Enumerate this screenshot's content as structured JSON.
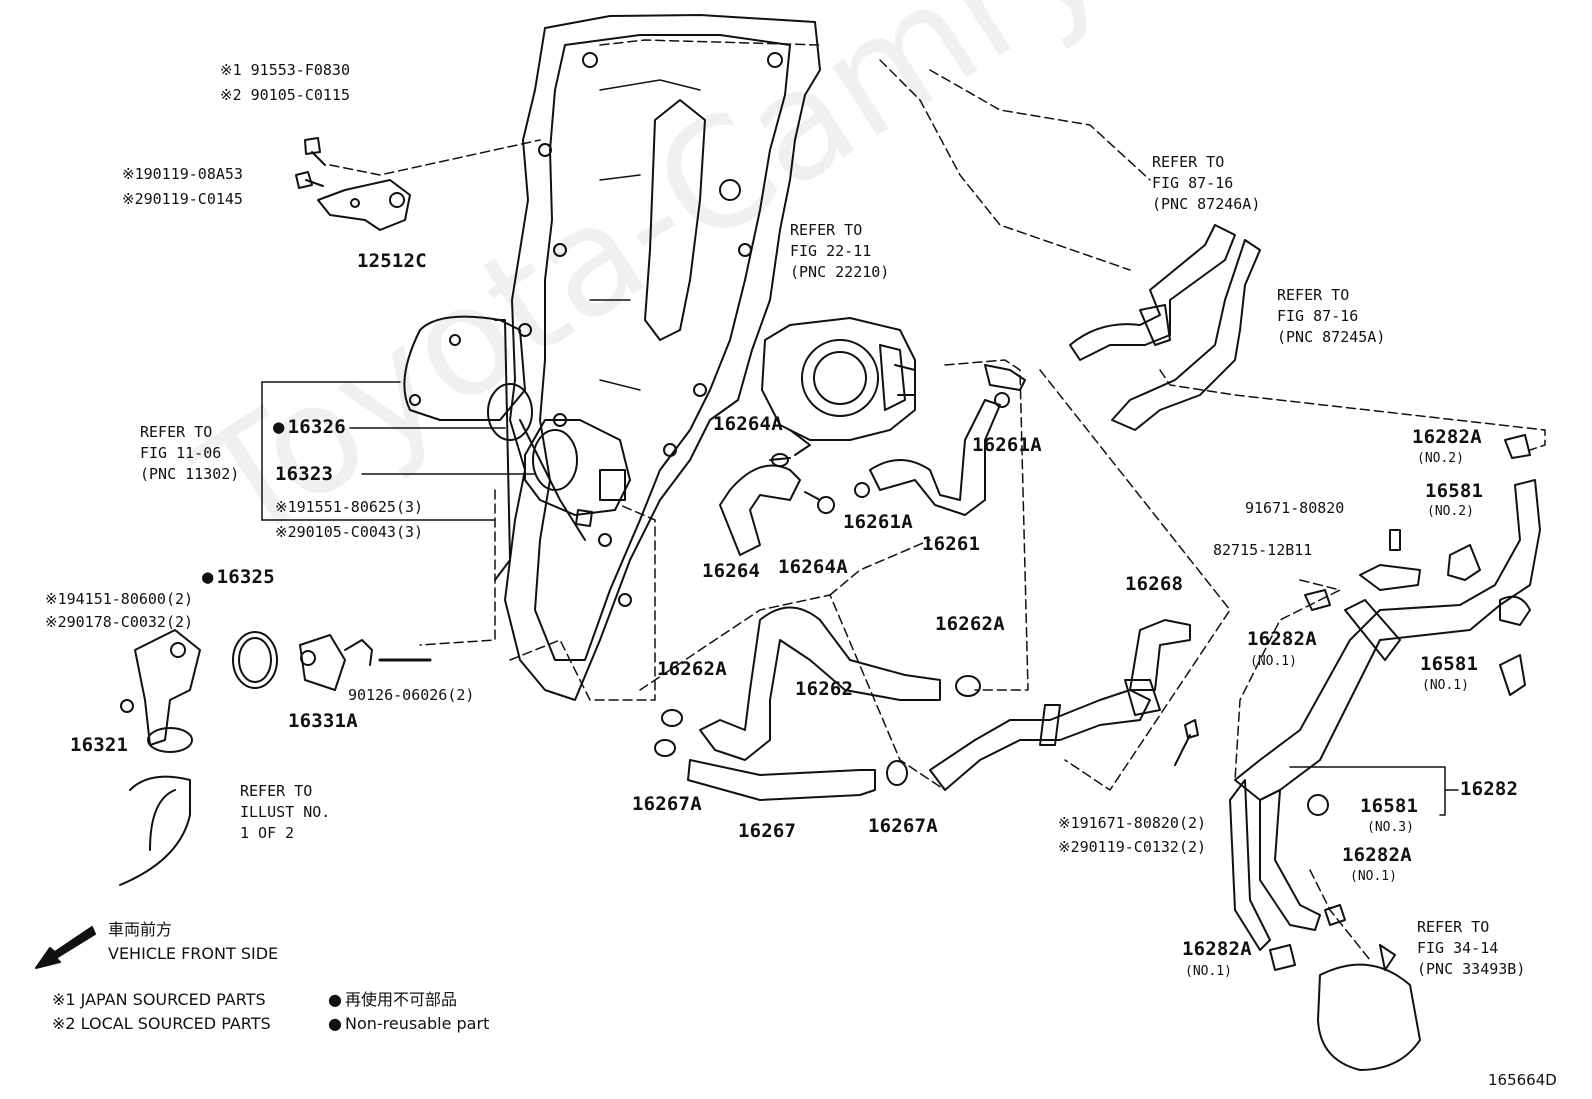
{
  "watermark": "Toyota-Camry.ru",
  "diagram_id": "165664D",
  "refs": {
    "top_left_bolt_a": "※1  91553-F0830",
    "top_left_bolt_b": "※2  90105-C0115",
    "bolt2_a": "※190119-08A53",
    "bolt2_b": "※290119-C0145",
    "fig87_16_a": "REFER TO\nFIG 87-16\n(PNC 87246A)",
    "fig87_16_b": "REFER TO\nFIG 87-16\n(PNC 87245A)",
    "fig22_11": "REFER TO\nFIG 22-11\n(PNC 22210)",
    "fig11_06": "REFER TO\nFIG 11-06\n(PNC 11302)",
    "illust": "REFER TO\nILLUST NO.\n1 OF 2",
    "fig34_14": "REFER TO\nFIG 34-14\n(PNC 33493B)",
    "bolt3_a": "※191551-80625(3)",
    "bolt3_b": "※290105-C0043(3)",
    "bolt4_a": "※194151-80600(2)",
    "bolt4_b": "※290178-C0032(2)",
    "stud": "90126-06026(2)",
    "bolt5": "91671-80820",
    "bracket": "82715-12B11",
    "bolt6_a": "※191671-80820(2)",
    "bolt6_b": "※290119-C0132(2)"
  },
  "parts": {
    "p12512C": "12512C",
    "p16326": "16326",
    "p16323": "16323",
    "p16325": "16325",
    "p16331A": "16331A",
    "p16321": "16321",
    "p16264A_1": "16264A",
    "p16264A_2": "16264A",
    "p16264": "16264",
    "p16261A_1": "16261A",
    "p16261A_2": "16261A",
    "p16261": "16261",
    "p16262A_1": "16262A",
    "p16262A_2": "16262A",
    "p16262": "16262",
    "p16268": "16268",
    "p16267A_1": "16267A",
    "p16267A_2": "16267A",
    "p16267": "16267",
    "p16282A_1": "16282A",
    "p16282A_1n": "(NO.2)",
    "p16581_1": "16581",
    "p16581_1n": "(NO.2)",
    "p16282A_2": "16282A",
    "p16282A_2n": "(NO.1)",
    "p16581_2": "16581",
    "p16581_2n": "(NO.1)",
    "p16282": "16282",
    "p16581_3": "16581",
    "p16581_3n": "(NO.3)",
    "p16282A_3": "16282A",
    "p16282A_3n": "(NO.1)",
    "p16282A_4": "16282A",
    "p16282A_4n": "(NO.1)"
  },
  "legend": {
    "front_jp": "車両前方",
    "front_en": "VEHICLE FRONT SIDE",
    "japan": "※1 JAPAN SOURCED PARTS",
    "local": "※2 LOCAL SOURCED PARTS",
    "nonreuse_jp": "再使用不可部品",
    "nonreuse_en": "Non-reusable part"
  }
}
